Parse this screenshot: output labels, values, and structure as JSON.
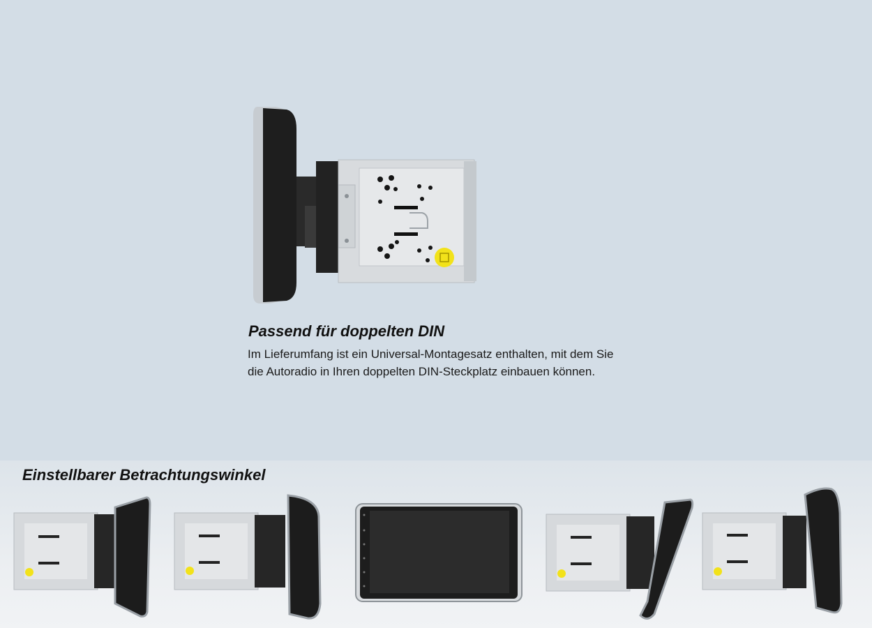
{
  "mount_section": {
    "title": "Passend für doppelten DIN",
    "description_line1": "Im Lieferumfang ist ein Universal-Montagesatz enthalten, mit dem Sie",
    "description_line2": "die Autoradio in Ihren doppelten DIN-Steckplatz einbauen können."
  },
  "angle_section": {
    "title": "Einstellbarer Betrachtungswinkel"
  },
  "colors": {
    "background": "#d3dde6",
    "bottom_band": "#e9edf0",
    "chassis": "#d4d7da",
    "screen": "#1b1b1b",
    "bezel": "#9aa0a6",
    "sticker": "#f2e21a"
  }
}
